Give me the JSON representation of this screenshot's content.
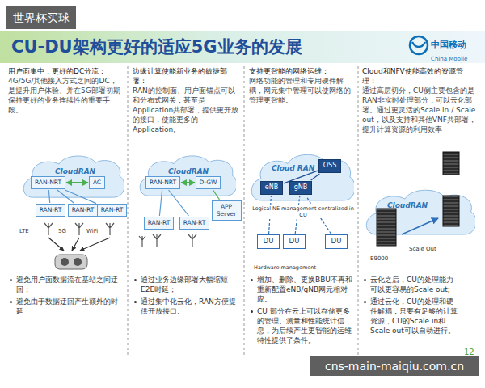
{
  "diagram": {
    "title": "CU-DU架构更好的适应5G业务的发展",
    "nodes": [
      {
        "text": [
          "CloudRAN"
        ]
      },
      {
        "text": [
          "RAN-NRT"
        ],
        "in": 0
      },
      {
        "text": [
          "AC"
        ],
        "in": 0
      },
      {
        "text": [
          "RAN-RT"
        ]
      },
      {
        "text": [
          "RAN-RT"
        ]
      },
      {
        "text": [
          "RAN-RT"
        ]
      },
      {
        "text": [
          "CloudRAN"
        ]
      },
      {
        "text": [
          "RAN-NRT"
        ],
        "in": 6
      },
      {
        "text": [
          "D-GW"
        ],
        "in": 6
      },
      {
        "text": [
          "APP Server"
        ]
      },
      {
        "text": [
          "RAN-RT"
        ]
      },
      {
        "text": [
          "RAN-RT"
        ]
      },
      {
        "text": [
          "Cloud RAN"
        ]
      },
      {
        "text": [
          "OSS"
        ],
        "in": 12
      },
      {
        "text": [
          "eNB"
        ],
        "in": 12
      },
      {
        "text": [
          "gNB"
        ],
        "in": 12
      },
      {
        "text": [
          "DU"
        ]
      },
      {
        "text": [
          "DU"
        ]
      },
      {
        "text": [
          "DU"
        ]
      },
      {
        "text": [
          "CloudRAN"
        ]
      }
    ],
    "edges": [
      {
        "from": 1,
        "to": 2,
        "arrow": "both"
      },
      {
        "from": 1,
        "to": 3,
        "arrow": "none"
      },
      {
        "from": 1,
        "to": 4,
        "arrow": "none"
      },
      {
        "from": 1,
        "to": 5,
        "arrow": "none"
      },
      {
        "from": 7,
        "to": 8,
        "arrow": "both"
      },
      {
        "from": 8,
        "to": 9,
        "arrow": "none"
      },
      {
        "from": 7,
        "to": 10,
        "arrow": "none"
      },
      {
        "from": 7,
        "to": 11,
        "arrow": "none"
      },
      {
        "from": 13,
        "to": 14,
        "arrow": "none"
      },
      {
        "from": 13,
        "to": 15,
        "arrow": "none"
      },
      {
        "from": 16,
        "to": 14,
        "arrow": "none"
      },
      {
        "from": 17,
        "to": 15,
        "arrow": "none"
      },
      {
        "from": 18,
        "to": 15,
        "arrow": "none"
      }
    ],
    "labels": [
      "世界杯买球",
      "中国移动",
      "China Mobile",
      "用户面集中，更好的DC分流：",
      "4G/5G/其他接入方式之间的DC，是提升用户体验、并在5G部署初期保持更好的业务连续性的重要手段。",
      "边缘计算使能新业务的敏捷部署：",
      "RAN的控制面、用户面锚点可以和分布式网关，甚至是Application共部署，提供更开放的接口，使能更多的Application。",
      "支持更智能的网络运维：",
      "网络功能的管理和专用硬件解耦，网元集中管理可以使网络的管理更智能。",
      "Cloud和NFV使能高效的资源管理：",
      "通过高层切分，CU侧主要包含的是RAN非实时处理部分，可以云化部署。通过更灵活的Scale in / Scale out，以及支持和其他VNF共部署，提升计算资源的利用效率",
      "LTE",
      "5G",
      "WiFi",
      "Logical NE management centralized in CU",
      "......",
      "Hardware management",
      "E9000",
      "Scale Out",
      "......",
      "避免用户面数据流在基站之间迂回；",
      "避免由于数据迂回产生额外的时延",
      "通过业务边缘部署大幅缩短E2E时延；",
      "通过集中化云化，RAN方便提供开放接口。",
      "增加、删除、更换BBU不再和重新配置eNB/gNB网元相对应。",
      "CU 部分在云上可以存储更多的管理、测量和性能统计信息，为后续产生更智能的运维特性提供了条件。",
      "云化之后，CU的处理能力可以更容易的Scale out;",
      "通过云化，CU的处理和硬件解耦，只要有足够的计算资源，CU的Scale in和Scale out可以自动进行。",
      "12",
      "cns-main-maiqiu.com.cn"
    ]
  }
}
